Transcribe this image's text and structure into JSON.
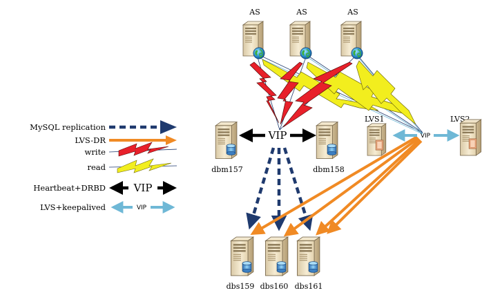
{
  "legend": {
    "replication": "MySQL replication",
    "lvs_dr": "LVS-DR",
    "write": "write",
    "read": "read",
    "heartbeat": "Heartbeat+DRBD",
    "heartbeat_vip": "VIP",
    "keepalived": "LVS+keepalived",
    "keepalived_vip": "VIP"
  },
  "nodes": {
    "as1": "AS",
    "as2": "AS",
    "as3": "AS",
    "dbm157": "dbm157",
    "dbm158": "dbm158",
    "lvs1": "LVS1",
    "lvs2": "LVS2",
    "dbs159": "dbs159",
    "dbs160": "dbs160",
    "dbs161": "dbs161"
  },
  "vip": {
    "master": "VIP",
    "lvs": "VIP"
  },
  "colors": {
    "replication": "#1f3a6e",
    "lvs_dr": "#f08a24",
    "write": "#e8202a",
    "read": "#f2ee1e",
    "heartbeat": "#000000",
    "keepalived": "#6fb8d6",
    "server_body": "#f3e6c8"
  }
}
